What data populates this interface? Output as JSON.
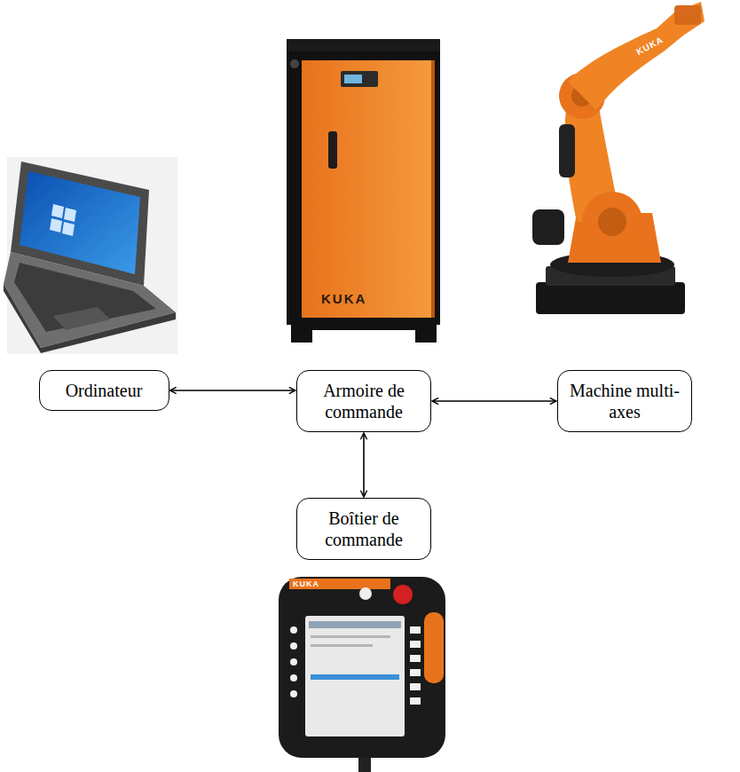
{
  "diagram": {
    "nodes": [
      {
        "text": [
          "Ordinateur"
        ]
      },
      {
        "text": [
          "Armoire de commande"
        ]
      },
      {
        "text": [
          "Machine multi-axes"
        ]
      },
      {
        "text": [
          "Boîtier de commande"
        ]
      }
    ],
    "edges": [
      {
        "from": 0,
        "to": 1,
        "arrow": "both"
      },
      {
        "from": 1,
        "to": 2,
        "arrow": "both"
      },
      {
        "from": 1,
        "to": 3,
        "arrow": "both"
      }
    ],
    "labels": [
      "KUKA",
      "KUKA",
      "KUKA"
    ]
  }
}
